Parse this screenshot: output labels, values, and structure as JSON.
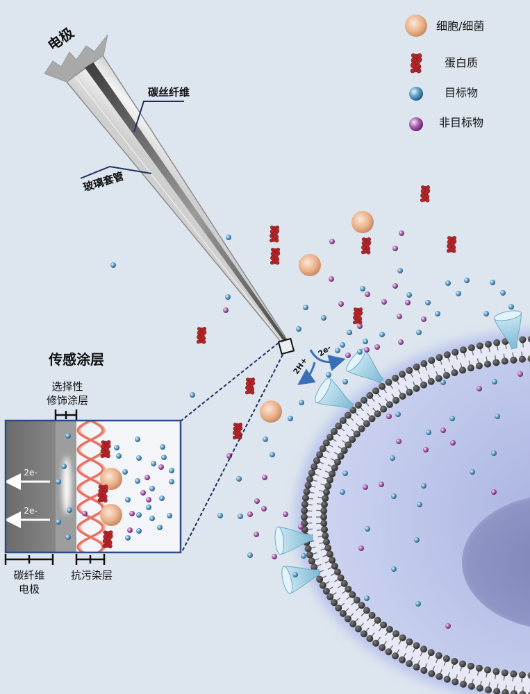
{
  "diagram": {
    "electrode_label": "电极",
    "carbon_fiber_label": "碳丝纤维",
    "glass_sheath_label": "玻璃套管",
    "reaction_protons": "2H+",
    "reaction_electrons": "2e-"
  },
  "inset": {
    "title": "传感涂层",
    "selective_coating": [
      "选择性",
      "修饰涂层"
    ],
    "carbon_fiber_electrode": [
      "碳纤维",
      "电极"
    ],
    "antifouling_layer": "抗污染层",
    "electron_flow": [
      "2e-",
      "2e-"
    ]
  },
  "legend": [
    {
      "label": "细胞/细菌",
      "icon": "cell-icon"
    },
    {
      "label": "蛋白质",
      "icon": "protein-icon"
    },
    {
      "label": "目标物",
      "icon": "target-molecule-icon"
    },
    {
      "label": "非目标物",
      "icon": "non-target-molecule-icon"
    }
  ],
  "colors": {
    "background": "#dde6ee",
    "cell_particle": "#e8a981",
    "protein": "#b3262a",
    "protein_edge": "#7e1518",
    "target": "#3a7fb0",
    "non_target": "#8a3c8c",
    "membrane_head": "#4a4a4a",
    "membrane_tail": "#6a6a6a",
    "receptor": "#a9d3e6",
    "receptor_edge": "#6ea9c6",
    "inset_border": "#2d4a82",
    "antifouling": "#e56f61",
    "antifouling_light": "#f4a597",
    "reaction_arrow": "#3a6fb8",
    "leader_line": "#1e2f5e"
  }
}
